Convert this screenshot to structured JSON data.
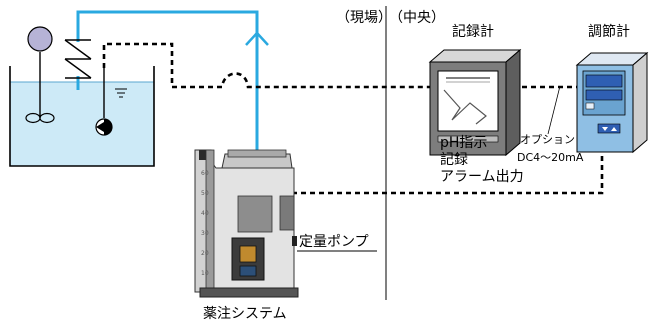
{
  "labels": {
    "site": "（現場）",
    "center": "（中央）",
    "recorder": "記録計",
    "controller": "調節計",
    "pump": "定量ポンプ",
    "system": "薬注システム",
    "option": "オプション",
    "signal": "DC4～20mA",
    "functions": [
      "pH指示",
      "記録",
      "アラーム出力"
    ]
  },
  "tank_scale": [
    "60",
    "50",
    "40",
    "30",
    "20",
    "10"
  ],
  "colors": {
    "pipe": "#2aa9e0",
    "water": "#cdeaf7",
    "recorder_body": "#7d7d7d",
    "controller_face": "#8fbfe4",
    "controller_side": "#6aa3d0",
    "controller_screen": "#2f5fb3"
  }
}
